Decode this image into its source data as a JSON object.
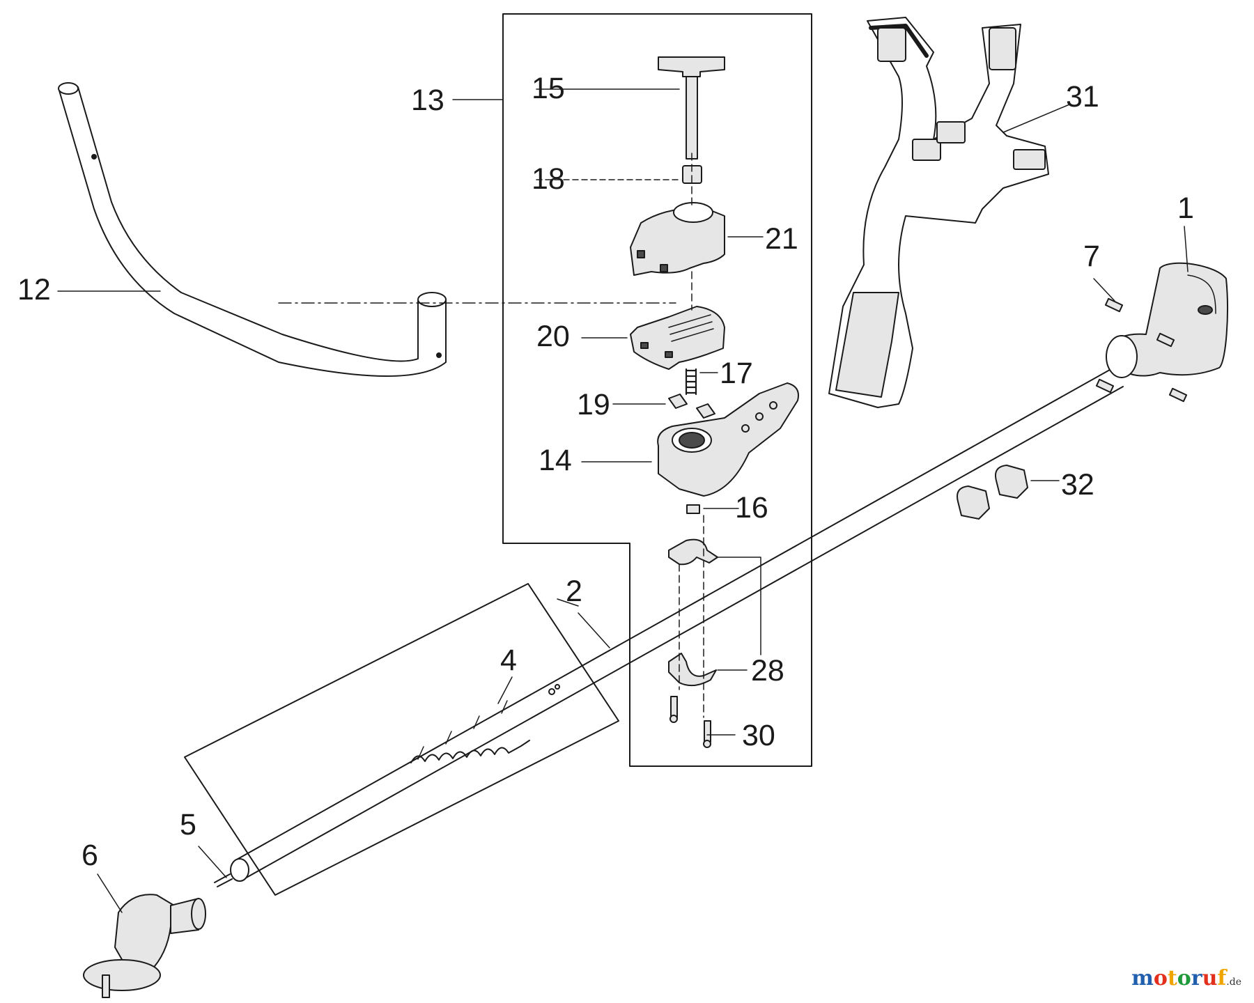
{
  "diagram": {
    "line_color": "#1a1a1a",
    "part_fill": "#e6e6e6",
    "part_dark": "#4a4a4a",
    "callouts": [
      {
        "id": "1",
        "label": "1"
      },
      {
        "id": "2",
        "label": "2"
      },
      {
        "id": "4",
        "label": "4"
      },
      {
        "id": "5",
        "label": "5"
      },
      {
        "id": "6",
        "label": "6"
      },
      {
        "id": "7",
        "label": "7"
      },
      {
        "id": "12",
        "label": "12"
      },
      {
        "id": "13",
        "label": "13"
      },
      {
        "id": "14",
        "label": "14"
      },
      {
        "id": "15",
        "label": "15"
      },
      {
        "id": "16",
        "label": "16"
      },
      {
        "id": "17",
        "label": "17"
      },
      {
        "id": "18",
        "label": "18"
      },
      {
        "id": "19",
        "label": "19"
      },
      {
        "id": "20",
        "label": "20"
      },
      {
        "id": "21",
        "label": "21"
      },
      {
        "id": "28",
        "label": "28"
      },
      {
        "id": "30",
        "label": "30"
      },
      {
        "id": "31",
        "label": "31"
      },
      {
        "id": "32",
        "label": "32"
      }
    ]
  },
  "watermark": {
    "letters": [
      "m",
      "o",
      "t",
      "o",
      "r",
      "u",
      "f"
    ],
    "letter_colors": [
      "#1f5fae",
      "#e2301c",
      "#f0a400",
      "#1f9a3a",
      "#1f5fae",
      "#e2301c",
      "#f0a400"
    ],
    "suffix": ".de"
  }
}
